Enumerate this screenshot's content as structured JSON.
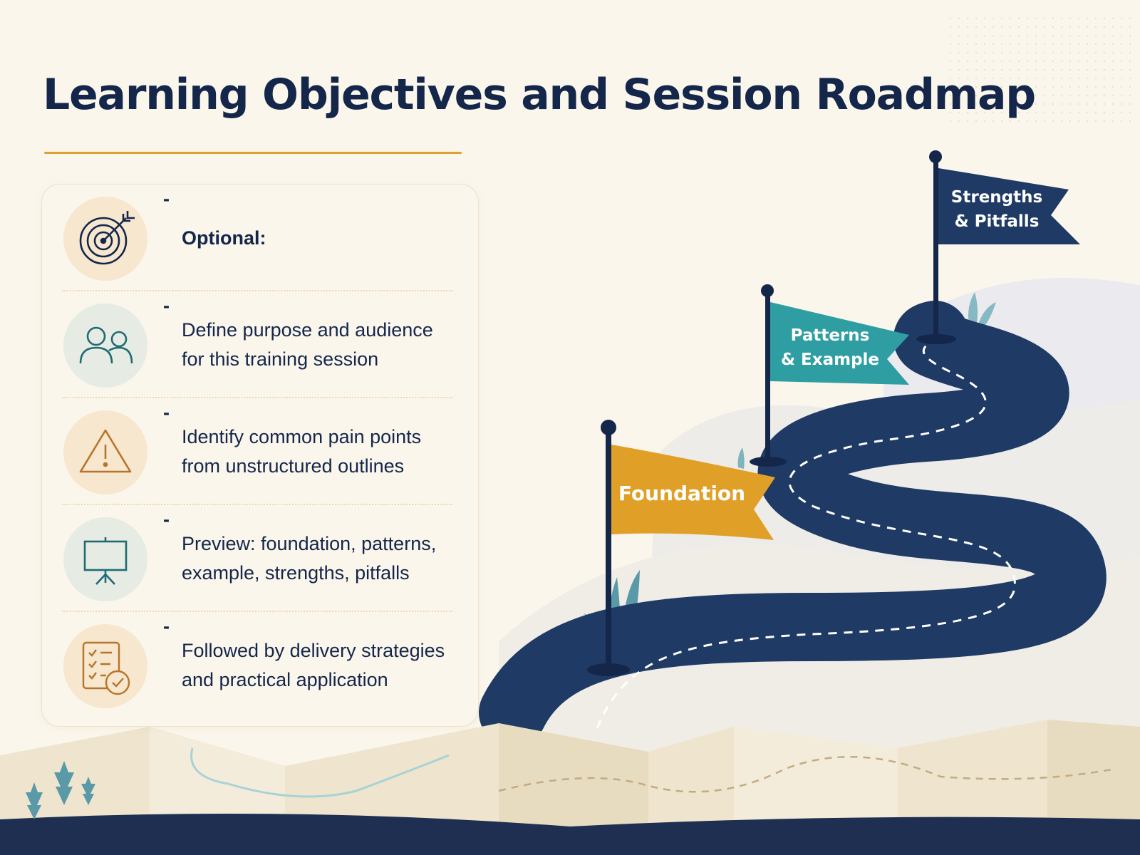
{
  "title": "Learning Objectives and Session Roadmap",
  "objectives": [
    {
      "icon": "target-icon",
      "text": "Optional:",
      "bold": true
    },
    {
      "icon": "people-icon",
      "text": "Define purpose and audience for this training session"
    },
    {
      "icon": "warning-icon",
      "text": "Identify common pain points from unstructured outlines"
    },
    {
      "icon": "presentation-board-icon",
      "text": "Preview: foundation, patterns, example, strengths, pitfalls"
    },
    {
      "icon": "checklist-icon",
      "text": "Followed by delivery strategies and practical application"
    }
  ],
  "bullet_marker": "-",
  "milestones": [
    {
      "label": "Foundation",
      "color": "#e0a028"
    },
    {
      "label_line1": "Patterns",
      "label_line2": "& Example",
      "color": "#2f9ea3"
    },
    {
      "label_line1": "Strengths",
      "label_line2": "& Pitfalls",
      "color": "#1f3a64"
    }
  ],
  "colors": {
    "navy": "#14264a",
    "road": "#1f3a64",
    "accent": "#e0a030",
    "teal": "#2f9ea3",
    "background": "#fbf6ec"
  }
}
